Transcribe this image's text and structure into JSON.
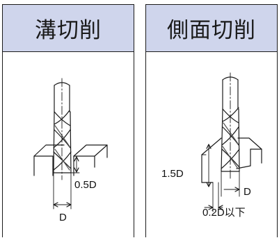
{
  "panels": [
    {
      "title": "溝切削",
      "labels": {
        "depth": "0.5D",
        "diameter": "D"
      }
    },
    {
      "title": "側面切削",
      "labels": {
        "depth": "1.5D",
        "diameter": "D",
        "width": "0.2D以下"
      }
    }
  ],
  "colors": {
    "header_bg": "#cfd5ec",
    "line": "#1a1a1a"
  }
}
